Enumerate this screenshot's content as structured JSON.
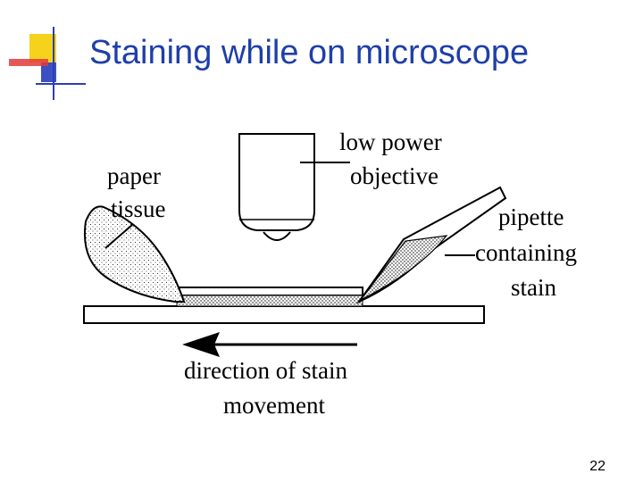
{
  "slide": {
    "title": "Staining while on microscope",
    "page_number": "22"
  },
  "labels": {
    "paper_line1": "paper",
    "paper_line2": "tissue",
    "objective_line1": "low power",
    "objective_line2": "objective",
    "pipette_line1": "pipette",
    "pipette_line2": "containing",
    "pipette_line3": "stain",
    "direction_line1": "direction of stain",
    "direction_line2": "movement"
  },
  "colors": {
    "title": "#1f3fa8",
    "logo_yellow": "#f5d21c",
    "logo_red": "#e23b3b",
    "logo_blue": "#2c3fb0"
  }
}
